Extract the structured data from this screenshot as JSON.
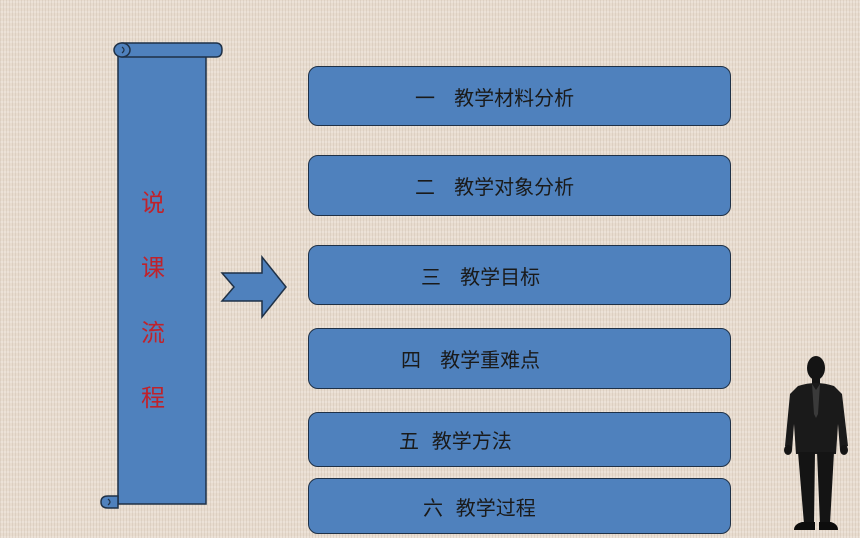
{
  "scroll": {
    "chars": [
      "说",
      "课",
      "流",
      "程"
    ],
    "fill_color": "#4f81bd",
    "text_color": "#c0222b"
  },
  "arrow": {
    "icon": "right-arrow-icon"
  },
  "menu": {
    "items": [
      {
        "label": "一   教学材料分析"
      },
      {
        "label": "二   教学对象分析"
      },
      {
        "label": "三   教学目标"
      },
      {
        "label": "四   教学重难点"
      },
      {
        "label": "五  教学方法"
      },
      {
        "label": "六  教学过程"
      }
    ]
  },
  "figure": {
    "icon": "businessman-silhouette-icon"
  }
}
